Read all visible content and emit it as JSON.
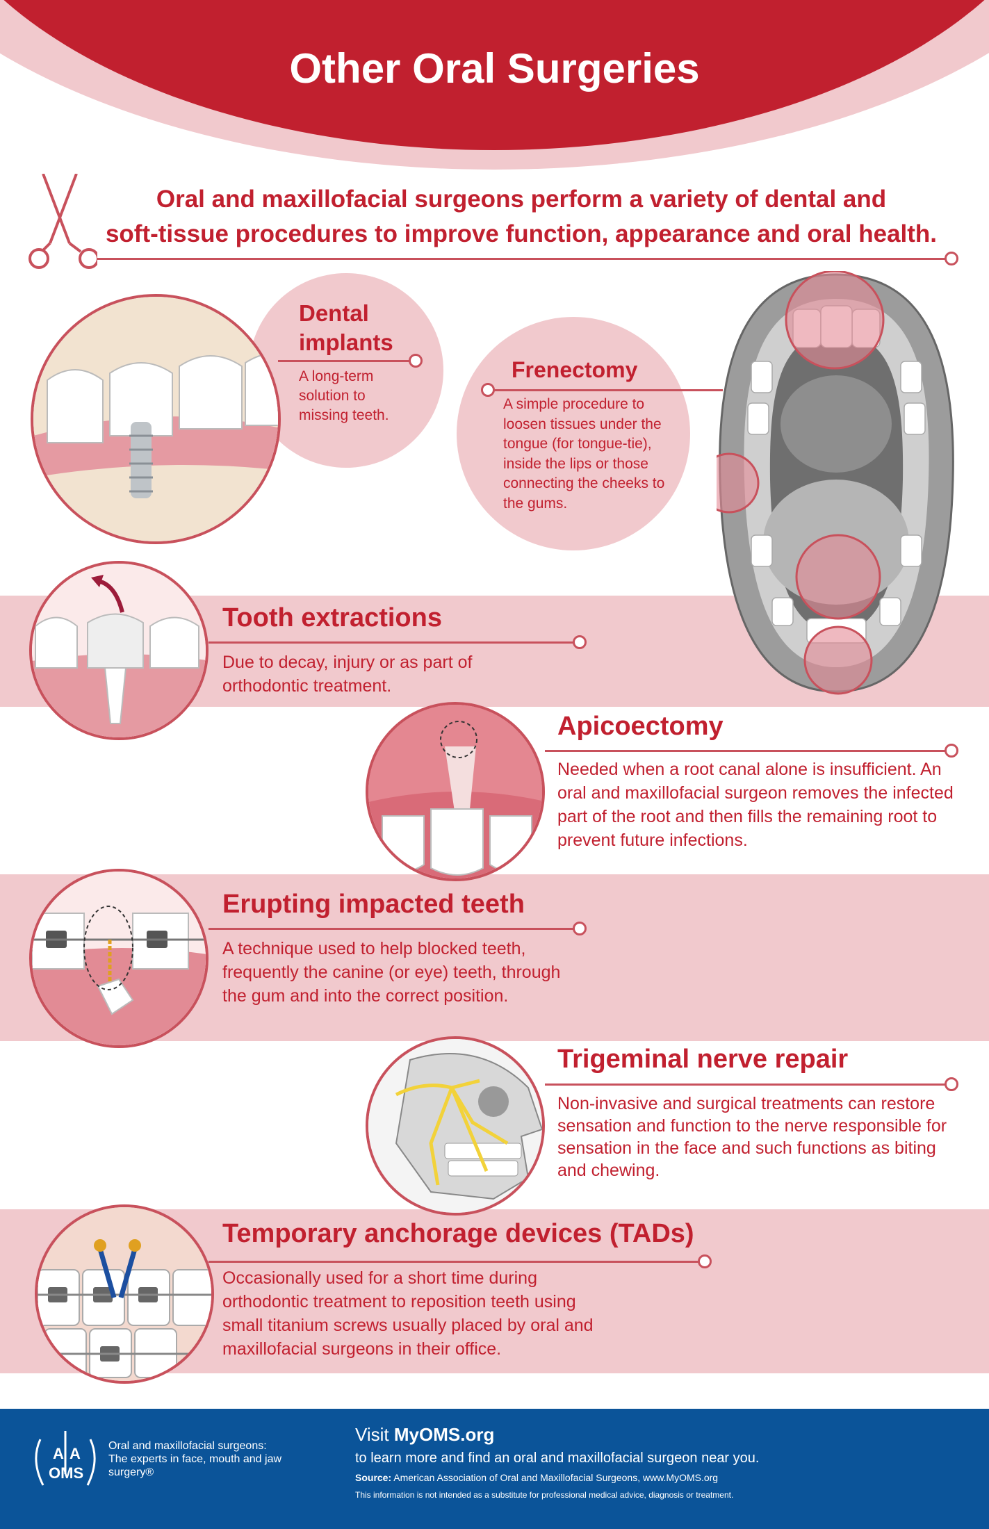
{
  "header": {
    "title": "Other Oral Surgeries"
  },
  "intro": {
    "line1": "Oral and maxillofacial surgeons perform a variety of dental and",
    "line2": "soft-tissue procedures to improve function, appearance and oral health.",
    "icon": "surgical-scissors-icon"
  },
  "procedures": [
    {
      "title_line1": "Dental",
      "title_line2": "implants",
      "desc": "A long-term solution to missing teeth."
    },
    {
      "title": "Frenectomy",
      "desc": "A simple procedure to loosen tissues under the tongue (for tongue-tie), inside the lips or those connecting the cheeks to the gums."
    },
    {
      "title": "Tooth extractions",
      "desc": "Due to decay, injury or as part of orthodontic treatment."
    },
    {
      "title": "Apicoectomy",
      "desc": "Needed when a root canal alone is insufficient. An oral and maxillofacial surgeon removes the infected part of the root and then fills the remaining root to prevent future infections."
    },
    {
      "title": "Erupting impacted teeth",
      "desc": "A technique used to help blocked teeth, frequently the canine (or eye) teeth, through the gum and into the correct position."
    },
    {
      "title": "Trigeminal nerve repair",
      "desc": "Non-invasive and surgical treatments can restore sensation and function to the nerve responsible for sensation in the face and such functions as biting and chewing."
    },
    {
      "title": "Temporary anchorage devices (TADs)",
      "desc": "Occasionally used for a short time during orthodontic treatment to reposition teeth using small titanium screws usually placed by oral and maxillofacial surgeons in their office."
    }
  ],
  "footer": {
    "logo_text": "AAOMS",
    "tagline": "Oral and maxillofacial surgeons: The experts in face, mouth and jaw surgery®",
    "visit_prefix": "Visit ",
    "visit_link": "MyOMS.org",
    "visit_sub": "to learn more and find an oral and maxillofacial surgeon near you.",
    "source_label": "Source:",
    "source_text": " American Association of Oral and Maxillofacial Surgeons, www.MyOMS.org",
    "disclaimer": "This information is not intended as a substitute for professional medical advice, diagnosis or treatment."
  },
  "colors": {
    "red": "#c1202f",
    "pink": "#f1c9cd",
    "blue": "#0b5499"
  }
}
